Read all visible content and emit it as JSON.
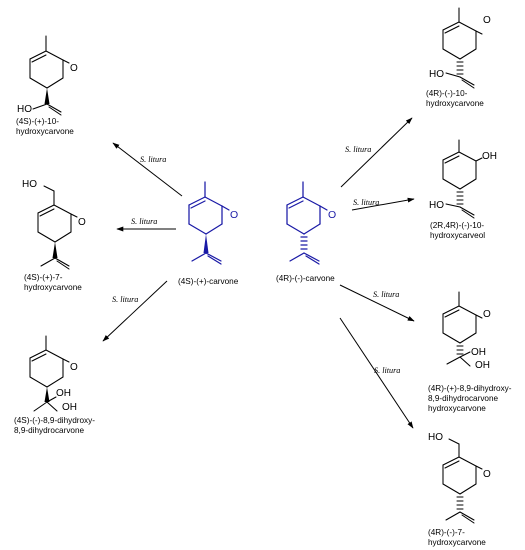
{
  "scheme": {
    "reagent": "S. litura",
    "colors": {
      "substrate": "#1a1aa6",
      "product": "#000000"
    },
    "atoms": {
      "oxygen": "O",
      "hydroxyl_right": "OH",
      "hydroxyl_left": "HO"
    },
    "substrates": {
      "s_carvone": {
        "name": "(4S)-(+)-carvone"
      },
      "r_carvone": {
        "name": "(4R)-(-)-carvone"
      }
    },
    "products_left": {
      "p1": {
        "line1": "(4S)-(+)-10-",
        "line2": "hydroxycarvone"
      },
      "p2": {
        "line1": "(4S)-(+)-7-",
        "line2": "hydroxycarvone"
      },
      "p3": {
        "line1": "(4S)-(-)-8,9-dihydroxy-",
        "line2": "8,9-dihydrocarvone"
      }
    },
    "products_right": {
      "p4": {
        "line1": "(4R)-(-)-10-",
        "line2": "hydroxycarvone"
      },
      "p5": {
        "line1": "(2R,4R)-(-)-10-",
        "line2": "hydroxycarveol"
      },
      "p6": {
        "line1": "(4R)-(+)-8,9-dihydroxy-",
        "line2": "8,9-dihydrocarvone",
        "line3": "hydroxycarvone"
      },
      "p7": {
        "line1": "(4R)-(-)-7-",
        "line2": "hydroxycarvone"
      }
    }
  }
}
